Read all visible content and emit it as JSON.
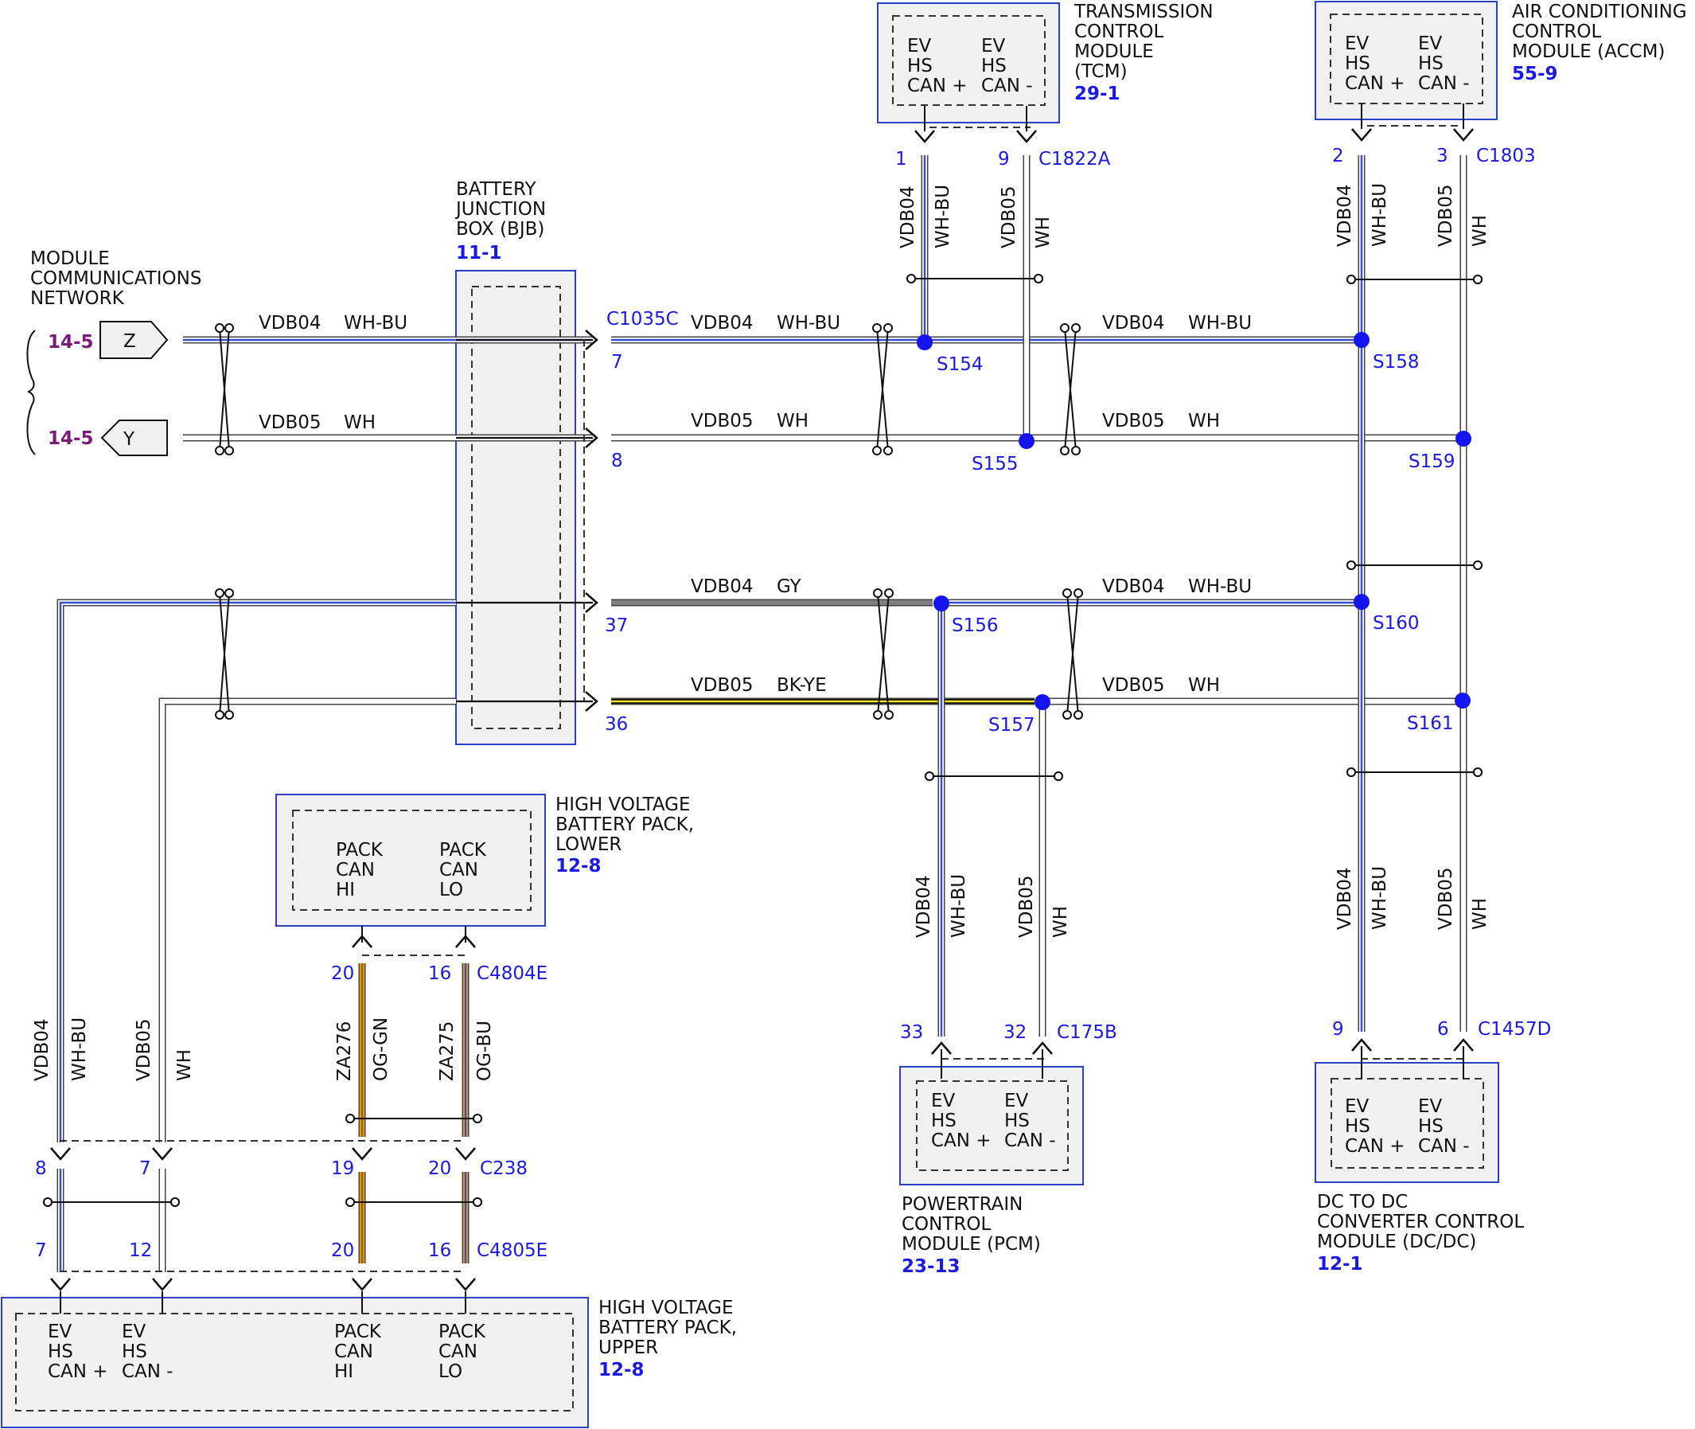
{
  "title": "",
  "network": {
    "heading": [
      "MODULE",
      "COMMUNICATIONS",
      "NETWORK"
    ],
    "ref_z": "14-5",
    "ref_y": "14-5",
    "tag_z": "Z",
    "tag_y": "Y"
  },
  "bjb": {
    "name": [
      "BATTERY",
      "JUNCTION",
      "BOX (BJB)"
    ],
    "ref": "11-1",
    "connector": "C1035C",
    "pins": [
      "7",
      "8",
      "37",
      "36"
    ]
  },
  "tcm": {
    "name": [
      "TRANSMISSION",
      "CONTROL",
      "MODULE",
      "(TCM)"
    ],
    "ref": "29-1",
    "connector": "C1822A",
    "pins": [
      "1",
      "9"
    ],
    "pin_labels": [
      [
        "EV",
        "HS",
        "CAN +"
      ],
      [
        "EV",
        "HS",
        "CAN -"
      ]
    ]
  },
  "accm": {
    "name": [
      "AIR CONDITIONING",
      "CONTROL",
      "MODULE (ACCM)"
    ],
    "ref": "55-9",
    "connector": "C1803",
    "pins": [
      "2",
      "3"
    ],
    "pin_labels": [
      [
        "EV",
        "HS",
        "CAN +"
      ],
      [
        "EV",
        "HS",
        "CAN -"
      ]
    ]
  },
  "pcm": {
    "name": [
      "POWERTRAIN",
      "CONTROL",
      "MODULE (PCM)"
    ],
    "ref": "23-13",
    "connector": "C175B",
    "pins": [
      "33",
      "32"
    ],
    "pin_labels": [
      [
        "EV",
        "HS",
        "CAN +"
      ],
      [
        "EV",
        "HS",
        "CAN -"
      ]
    ]
  },
  "dcdc": {
    "name": [
      "DC TO DC",
      "CONVERTER CONTROL",
      "MODULE (DC/DC)"
    ],
    "ref": "12-1",
    "connector": "C1457D",
    "pins": [
      "9",
      "6"
    ],
    "pin_labels": [
      [
        "EV",
        "HS",
        "CAN +"
      ],
      [
        "EV",
        "HS",
        "CAN -"
      ]
    ]
  },
  "hv_lower": {
    "name": [
      "HIGH VOLTAGE",
      "BATTERY PACK,",
      "LOWER"
    ],
    "ref": "12-8",
    "connector": "C4804E",
    "pins": [
      "20",
      "16"
    ],
    "pin_labels": [
      [
        "PACK",
        "CAN",
        "HI"
      ],
      [
        "PACK",
        "CAN",
        "LO"
      ]
    ]
  },
  "hv_upper": {
    "name": [
      "HIGH VOLTAGE",
      "BATTERY PACK,",
      "UPPER"
    ],
    "ref": "12-8",
    "connector": "C4805E",
    "pins": [
      "7",
      "12",
      "20",
      "16"
    ],
    "pin_labels": [
      [
        "EV",
        "HS",
        "CAN +"
      ],
      [
        "EV",
        "HS",
        "CAN -"
      ],
      [
        "PACK",
        "CAN",
        "HI"
      ],
      [
        "PACK",
        "CAN",
        "LO"
      ]
    ]
  },
  "inline": {
    "connector": "C238",
    "pins": [
      "8",
      "7",
      "19",
      "20"
    ]
  },
  "splices": [
    "S154",
    "S155",
    "S156",
    "S157",
    "S158",
    "S159",
    "S160",
    "S161"
  ],
  "wires": {
    "vdb04": "VDB04",
    "vdb05": "VDB05",
    "za276": "ZA276",
    "za275": "ZA275",
    "wh_bu": "WH-BU",
    "wh": "WH",
    "gy": "GY",
    "bk_ye": "BK-YE",
    "og_gn": "OG-GN",
    "og_bu": "OG-BU"
  },
  "colors": {
    "module_border": "#2b3fc7",
    "module_fill": "#f1f1f1",
    "splice": "#1414f0",
    "pin_text": "#1a1ae6",
    "net_ref": "#7a1a7a",
    "wire_blue": "#3a4fd8",
    "wire_gray": "#7f7f7f",
    "wire_orange": "#e8a21a",
    "wire_yellow": "#f2e21a"
  }
}
